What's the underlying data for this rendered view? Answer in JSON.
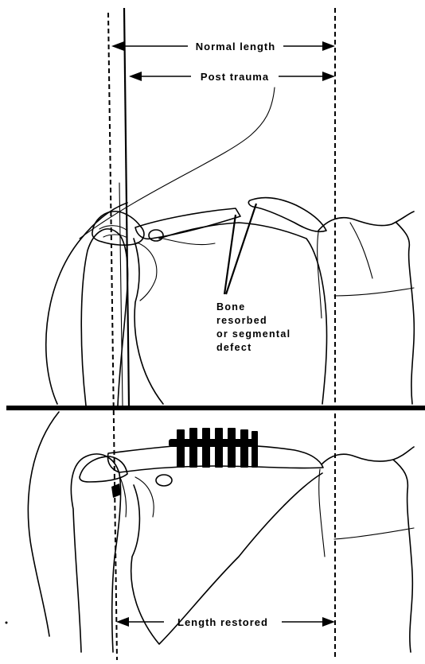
{
  "labels": {
    "normal_length": "Normal length",
    "post_trauma": "Post trauma",
    "bone_note_line1": "Bone",
    "bone_note_line2": "resorbed",
    "bone_note_line3": "or segmental",
    "bone_note_line4": "defect",
    "length_restored": "Length restored"
  }
}
